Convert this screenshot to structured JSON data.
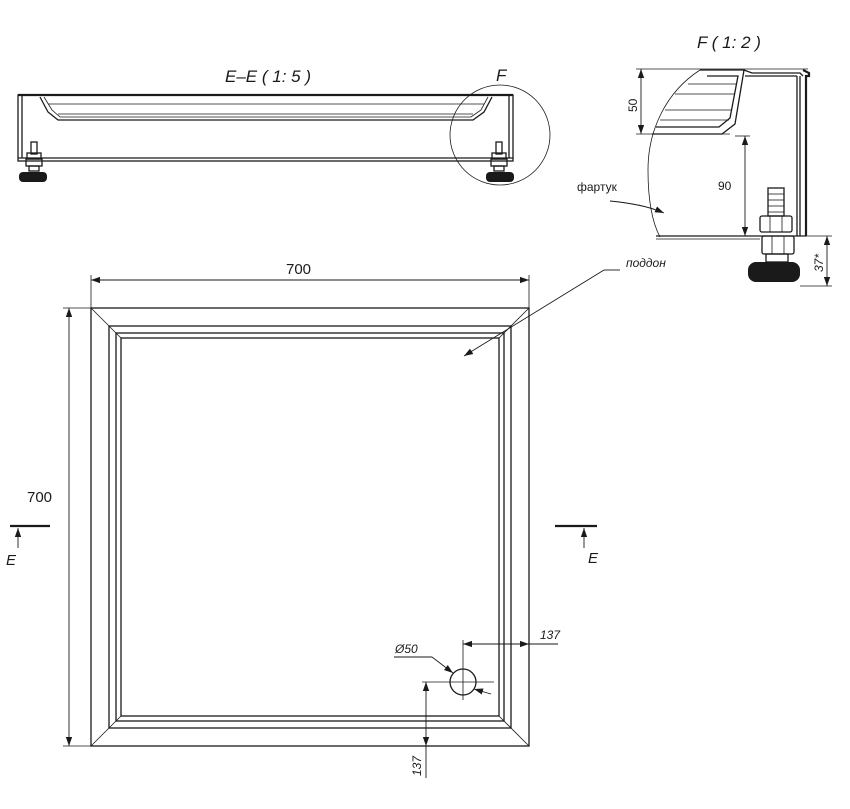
{
  "section_view": {
    "title": "E–E ( 1: 5 )",
    "detail_ref": "F"
  },
  "detail_view": {
    "title": "F ( 1: 2 )",
    "dim_height": "50",
    "dim_offset": "90",
    "dim_foot": "37*",
    "label_apron": "фартук"
  },
  "plan_view": {
    "dim_width": "700",
    "dim_height": "700",
    "label_tray": "поддон",
    "dim_drain_diameter": "Ø50",
    "dim_drain_x": "137",
    "dim_drain_y": "137",
    "section_marker_left": "E",
    "section_marker_right": "E"
  }
}
